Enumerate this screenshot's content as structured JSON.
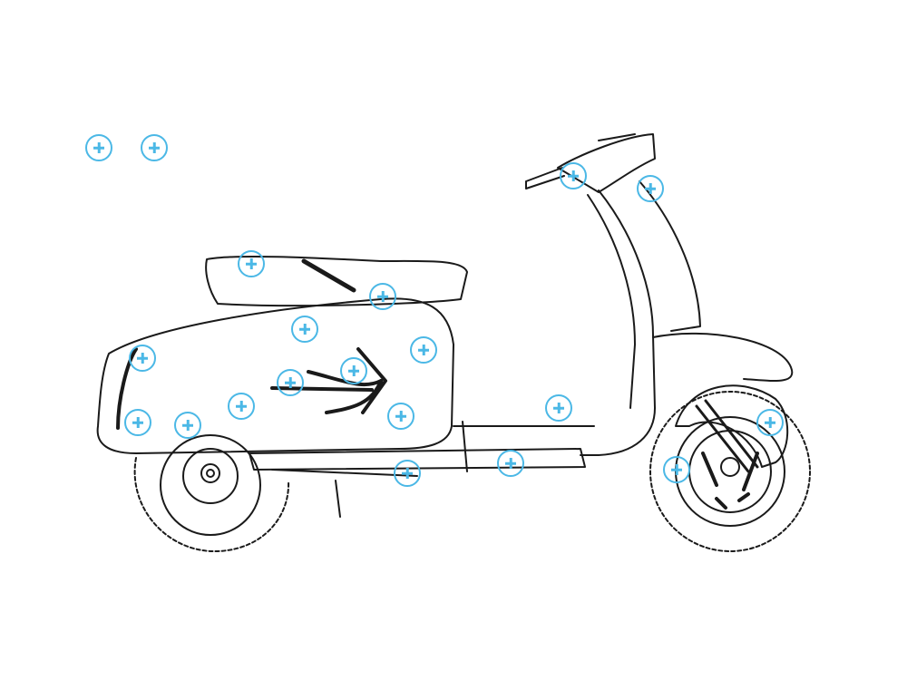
{
  "accent_color": "#4bb8e6",
  "line_color": "#1a1a1a",
  "illustration": {
    "icon": "scooter-line-drawing"
  },
  "hotspots": [
    {
      "id": "hotspot-1",
      "icon": "plus-circle-icon"
    },
    {
      "id": "hotspot-2",
      "icon": "plus-circle-icon"
    },
    {
      "id": "hotspot-3",
      "icon": "plus-circle-icon"
    },
    {
      "id": "hotspot-4",
      "icon": "plus-circle-icon"
    },
    {
      "id": "hotspot-5",
      "icon": "plus-circle-icon"
    },
    {
      "id": "hotspot-6",
      "icon": "plus-circle-icon"
    },
    {
      "id": "hotspot-7",
      "icon": "plus-circle-icon"
    },
    {
      "id": "hotspot-8",
      "icon": "plus-circle-icon"
    },
    {
      "id": "hotspot-9",
      "icon": "plus-circle-icon"
    },
    {
      "id": "hotspot-10",
      "icon": "plus-circle-icon"
    },
    {
      "id": "hotspot-11",
      "icon": "plus-circle-icon"
    },
    {
      "id": "hotspot-12",
      "icon": "plus-circle-icon"
    },
    {
      "id": "hotspot-13",
      "icon": "plus-circle-icon"
    },
    {
      "id": "hotspot-14",
      "icon": "plus-circle-icon"
    },
    {
      "id": "hotspot-15",
      "icon": "plus-circle-icon"
    },
    {
      "id": "hotspot-16",
      "icon": "plus-circle-icon"
    },
    {
      "id": "hotspot-17",
      "icon": "plus-circle-icon"
    },
    {
      "id": "hotspot-18",
      "icon": "plus-circle-icon"
    },
    {
      "id": "hotspot-19",
      "icon": "plus-circle-icon"
    },
    {
      "id": "hotspot-20",
      "icon": "plus-circle-icon"
    },
    {
      "id": "hotspot-21",
      "icon": "plus-circle-icon"
    },
    {
      "id": "hotspot-22",
      "icon": "plus-circle-icon"
    }
  ]
}
